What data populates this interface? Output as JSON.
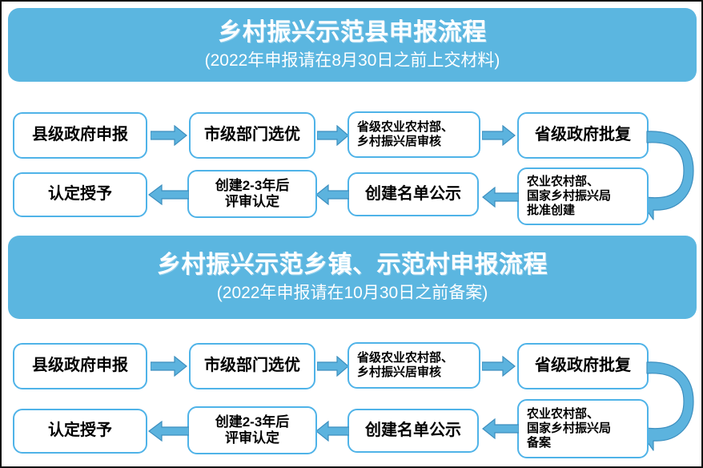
{
  "colors": {
    "banner_bg": "#5BB6E0",
    "node_border": "#4FB3E8",
    "arrow_fill": "#5CB3DE",
    "arrow_stroke": "#3D8FBF",
    "text": "#000000",
    "banner_text": "#FFFFFF",
    "frame": "#111111"
  },
  "sections": [
    {
      "id": "county-demo",
      "banner": {
        "title": "乡村振兴示范县申报流程",
        "subtitle": "(2022年申报请在8月30日之前上交材料)"
      },
      "nodes": [
        {
          "id": "n1",
          "label": "县级政府申报"
        },
        {
          "id": "n2",
          "label": "市级部门选优"
        },
        {
          "id": "n3",
          "label": "省级农业农村部、\n乡村振兴居审核"
        },
        {
          "id": "n4",
          "label": "省级政府批复"
        },
        {
          "id": "n5",
          "label": "农业农村部、\n国家乡村振兴局\n批准创建"
        },
        {
          "id": "n6",
          "label": "创建名单公示"
        },
        {
          "id": "n7",
          "label": "创建2-3年后\n评审认定"
        },
        {
          "id": "n8",
          "label": "认定授予"
        }
      ],
      "connectors": [
        {
          "from": "n1",
          "to": "n2",
          "kind": "arrow-right"
        },
        {
          "from": "n2",
          "to": "n3",
          "kind": "arrow-right"
        },
        {
          "from": "n3",
          "to": "n4",
          "kind": "arrow-right"
        },
        {
          "from": "n4",
          "to": "n5",
          "kind": "loop-down"
        },
        {
          "from": "n5",
          "to": "n6",
          "kind": "arrow-left"
        },
        {
          "from": "n6",
          "to": "n7",
          "kind": "arrow-left"
        },
        {
          "from": "n7",
          "to": "n8",
          "kind": "arrow-left"
        }
      ]
    },
    {
      "id": "township-village-demo",
      "banner": {
        "title": "乡村振兴示范乡镇、示范村申报流程",
        "subtitle": "(2022年申报请在10月30日之前备案)"
      },
      "nodes": [
        {
          "id": "m1",
          "label": "县级政府申报"
        },
        {
          "id": "m2",
          "label": "市级部门选优"
        },
        {
          "id": "m3",
          "label": "省级农业农村部、\n乡村振兴居审核"
        },
        {
          "id": "m4",
          "label": "省级政府批复"
        },
        {
          "id": "m5",
          "label": "农业农村部、\n国家乡村振兴局\n备案"
        },
        {
          "id": "m6",
          "label": "创建名单公示"
        },
        {
          "id": "m7",
          "label": "创建2-3年后\n评审认定"
        },
        {
          "id": "m8",
          "label": "认定授予"
        }
      ],
      "connectors": [
        {
          "from": "m1",
          "to": "m2",
          "kind": "arrow-right"
        },
        {
          "from": "m2",
          "to": "m3",
          "kind": "arrow-right"
        },
        {
          "from": "m3",
          "to": "m4",
          "kind": "arrow-right"
        },
        {
          "from": "m4",
          "to": "m5",
          "kind": "loop-down"
        },
        {
          "from": "m5",
          "to": "m6",
          "kind": "arrow-left"
        },
        {
          "from": "m6",
          "to": "m7",
          "kind": "arrow-left"
        },
        {
          "from": "m7",
          "to": "m8",
          "kind": "arrow-left"
        }
      ]
    }
  ]
}
